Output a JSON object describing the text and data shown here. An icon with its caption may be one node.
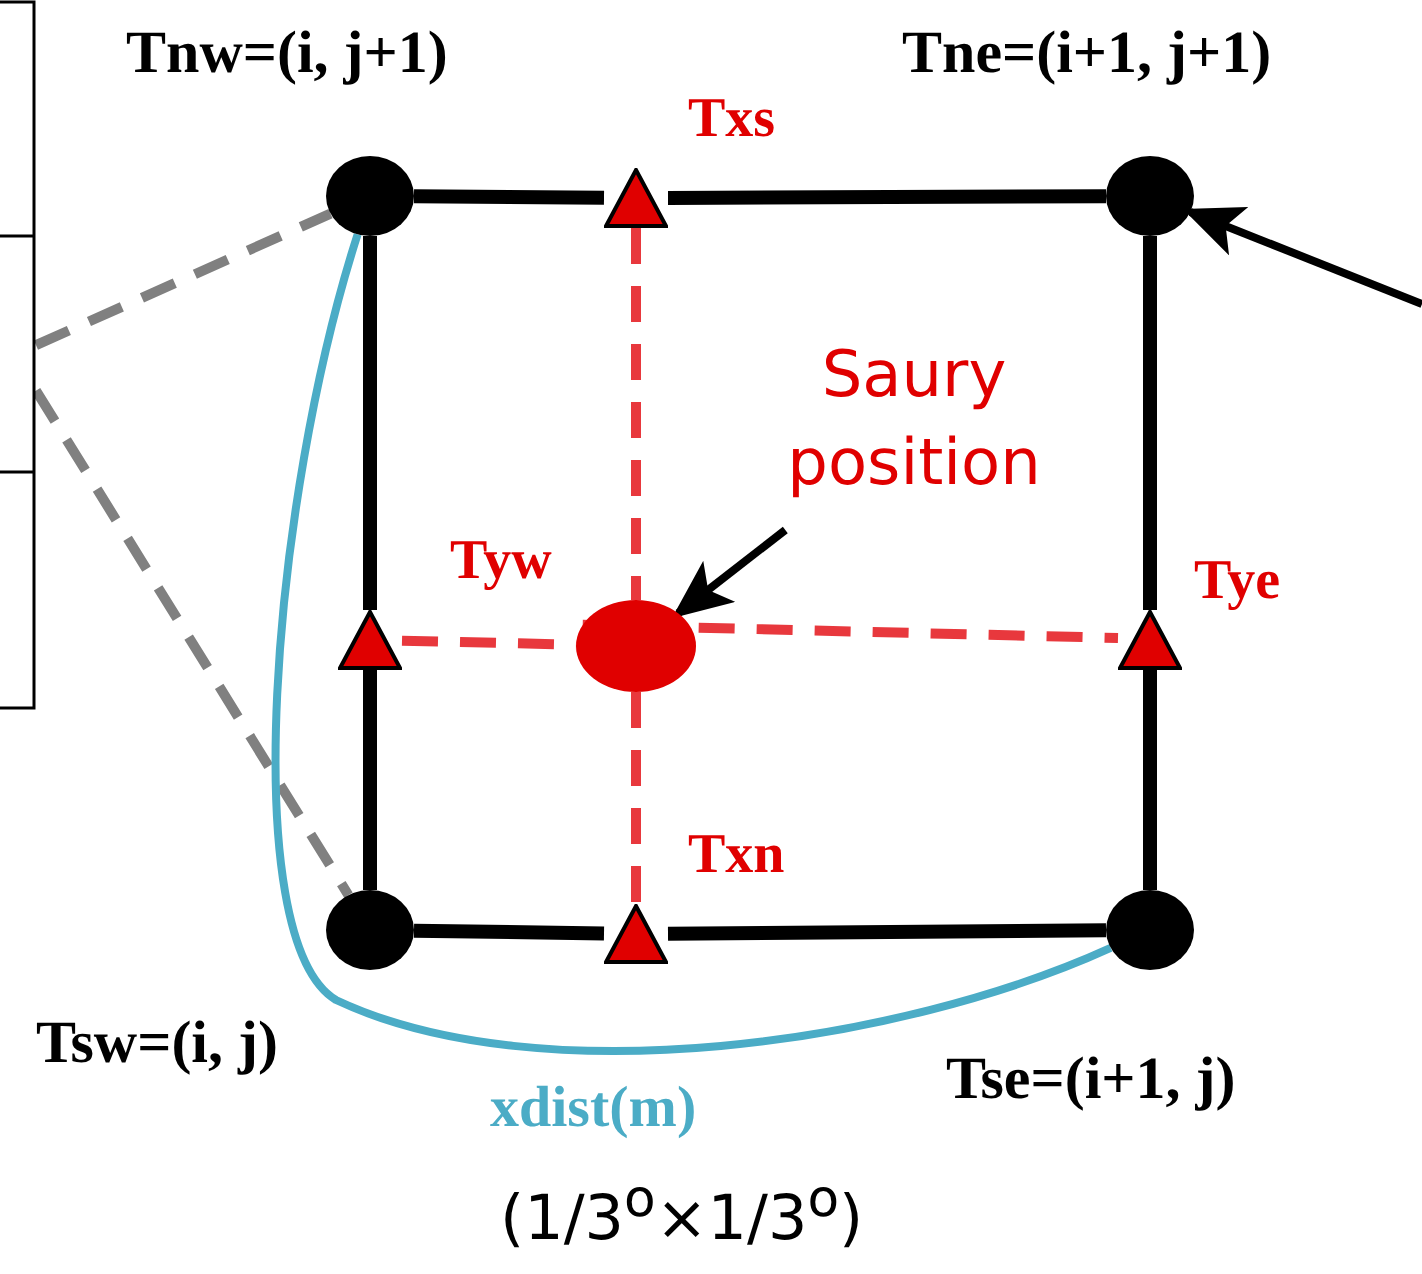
{
  "diagram": {
    "nodes": [
      {
        "text": [],
        "shape": "circle",
        "beside": [
          "Tnw=(i, j+1)"
        ]
      },
      {
        "text": [],
        "shape": "circle",
        "beside": [
          "Tne=(i+1, j+1)"
        ]
      },
      {
        "text": [],
        "shape": "circle",
        "beside": [
          "Tsw=(i, j)"
        ]
      },
      {
        "text": [],
        "shape": "circle",
        "beside": [
          "Tse=(i+1, j)"
        ]
      },
      {
        "text": [],
        "shape": "triangle",
        "beside": [
          "Txs"
        ]
      },
      {
        "text": [],
        "shape": "triangle",
        "beside": [
          "Tyw"
        ]
      },
      {
        "text": [],
        "shape": "triangle",
        "beside": [
          "Tye"
        ]
      },
      {
        "text": [],
        "shape": "triangle",
        "beside": [
          "Txn"
        ]
      },
      {
        "text": [],
        "shape": "circle"
      },
      {
        "text": [
          "Saury position"
        ]
      },
      {
        "text": [],
        "shape": "box"
      }
    ],
    "edges": [
      {
        "from": 0,
        "to": 4,
        "arrow": "none"
      },
      {
        "from": 4,
        "to": 1,
        "arrow": "none"
      },
      {
        "from": 1,
        "to": 6,
        "arrow": "none"
      },
      {
        "from": 6,
        "to": 3,
        "arrow": "none"
      },
      {
        "from": 3,
        "to": 7,
        "arrow": "none"
      },
      {
        "from": 7,
        "to": 2,
        "arrow": "none"
      },
      {
        "from": 2,
        "to": 5,
        "arrow": "none"
      },
      {
        "from": 5,
        "to": 0,
        "arrow": "none"
      },
      {
        "from": 4,
        "to": 8,
        "arrow": "none",
        "style": "dashed",
        "color": "#e8383d"
      },
      {
        "from": 8,
        "to": 7,
        "arrow": "none",
        "style": "dashed",
        "color": "#e8383d"
      },
      {
        "from": 5,
        "to": 8,
        "arrow": "none",
        "style": "dashed",
        "color": "#e8383d"
      },
      {
        "from": 8,
        "to": 6,
        "arrow": "none",
        "style": "dashed",
        "color": "#e8383d"
      },
      {
        "from": 9,
        "to": 8,
        "arrow": "to"
      },
      {
        "from": 10,
        "to": 0,
        "arrow": "none",
        "style": "dashed",
        "color": "#808080"
      },
      {
        "from": 10,
        "to": 2,
        "arrow": "none",
        "style": "dashed",
        "color": "#808080"
      },
      {
        "from": null,
        "to": 1,
        "arrow": "to"
      },
      {
        "from": 0,
        "to": 3,
        "arrow": "none",
        "label": "xdist(m)",
        "color": "#4bacc6"
      }
    ],
    "labels": [
      "(1/3$^{o}$×1/3$^{o}$)"
    ]
  }
}
